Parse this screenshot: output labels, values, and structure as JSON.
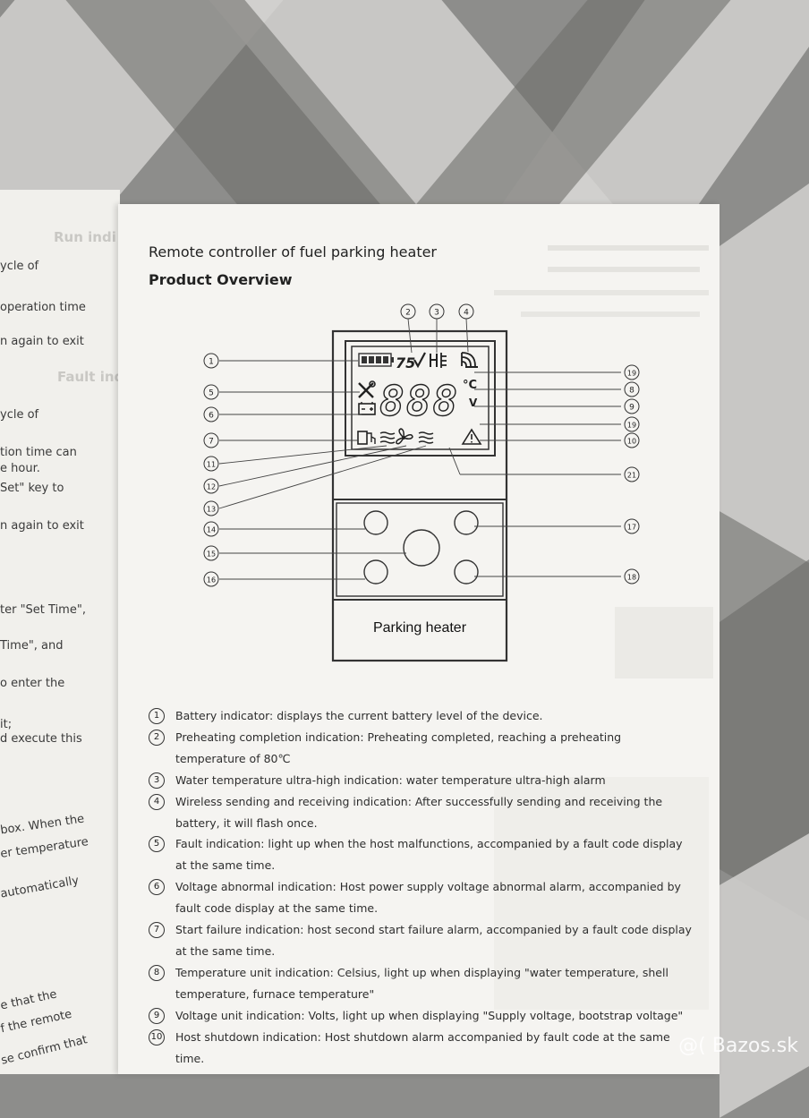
{
  "page": {
    "title": "Remote controller of fuel parking heater",
    "subtitle": "Product Overview"
  },
  "device": {
    "label": "Parking heater",
    "lcd": {
      "digits": "888",
      "preheat_value": "75",
      "unit_celsius": "°C",
      "unit_volts": "V"
    }
  },
  "callouts": [
    "1",
    "2",
    "3",
    "4",
    "5",
    "6",
    "7",
    "8",
    "9",
    "10",
    "11",
    "12",
    "13",
    "14",
    "15",
    "16",
    "17",
    "18",
    "19",
    "19",
    "21"
  ],
  "descriptions": [
    {
      "num": "1",
      "text": "Battery indicator: displays the current battery level of the device."
    },
    {
      "num": "2",
      "text": "Preheating completion indication: Preheating completed, reaching a preheating temperature of 80℃"
    },
    {
      "num": "3",
      "text": "Water temperature ultra-high indication: water temperature ultra-high alarm"
    },
    {
      "num": "4",
      "text": "Wireless sending and receiving indication: After successfully sending and receiving the battery, it will flash once."
    },
    {
      "num": "5",
      "text": "Fault indication: light up when the host malfunctions, accompanied by a fault code display at the same time."
    },
    {
      "num": "6",
      "text": "Voltage abnormal indication: Host power supply voltage abnormal alarm, accompanied by fault code display at the same time."
    },
    {
      "num": "7",
      "text": "Start failure indication: host second start failure alarm, accompanied by a fault code display at the same time."
    },
    {
      "num": "8",
      "text": "Temperature unit indication: Celsius, light up when displaying \"water temperature, shell temperature, furnace temperature\""
    },
    {
      "num": "9",
      "text": "Voltage unit indication: Volts, light up when displaying \"Supply voltage, bootstrap voltage\""
    },
    {
      "num": "10",
      "text": "Host shutdown indication: Host shutdown alarm accompanied by fault code at the same time."
    }
  ],
  "left_page": {
    "lines": [
      "Run indi",
      "ycle of",
      "operation time",
      "n again to exit",
      "Fault ind",
      "ycle of",
      "tion time can",
      "e hour.",
      "Set\" key to",
      "n again to exit",
      "ter \"Set Time\",",
      " Time\", and",
      "o enter the",
      "it;",
      "d execute this",
      "box. When the",
      "er temperature",
      "automatically",
      "e that the",
      "f the remote",
      "se confirm that"
    ]
  },
  "watermark": "@( Bazos.sk"
}
